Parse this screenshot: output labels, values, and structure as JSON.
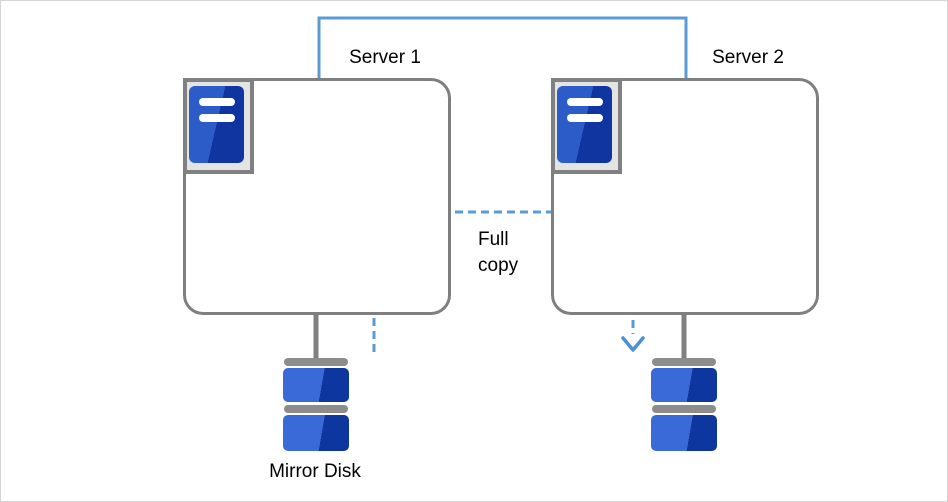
{
  "diagram": {
    "servers": [
      {
        "label": "Server 1"
      },
      {
        "label": "Server 2"
      }
    ],
    "full_copy_label": "Full copy",
    "mirror_disk_label": "Mirror Disk",
    "icons": {
      "server_icon": "tower-server with two drive bays",
      "disk_icon": "stacked disk drives"
    },
    "colors": {
      "link_blue": "#5b9bd5",
      "arrow_blue": "#4a90d9",
      "box_border_gray": "#7f7f7f",
      "hardware_gray": "#8c8c8c",
      "icon_frame_fill": "#e4e4e4",
      "icon_blue_light": "#2b5cc8",
      "icon_blue_dark": "#1035a0",
      "disk_blue_light": "#3a69d8",
      "disk_blue_dark": "#0d379e"
    }
  }
}
